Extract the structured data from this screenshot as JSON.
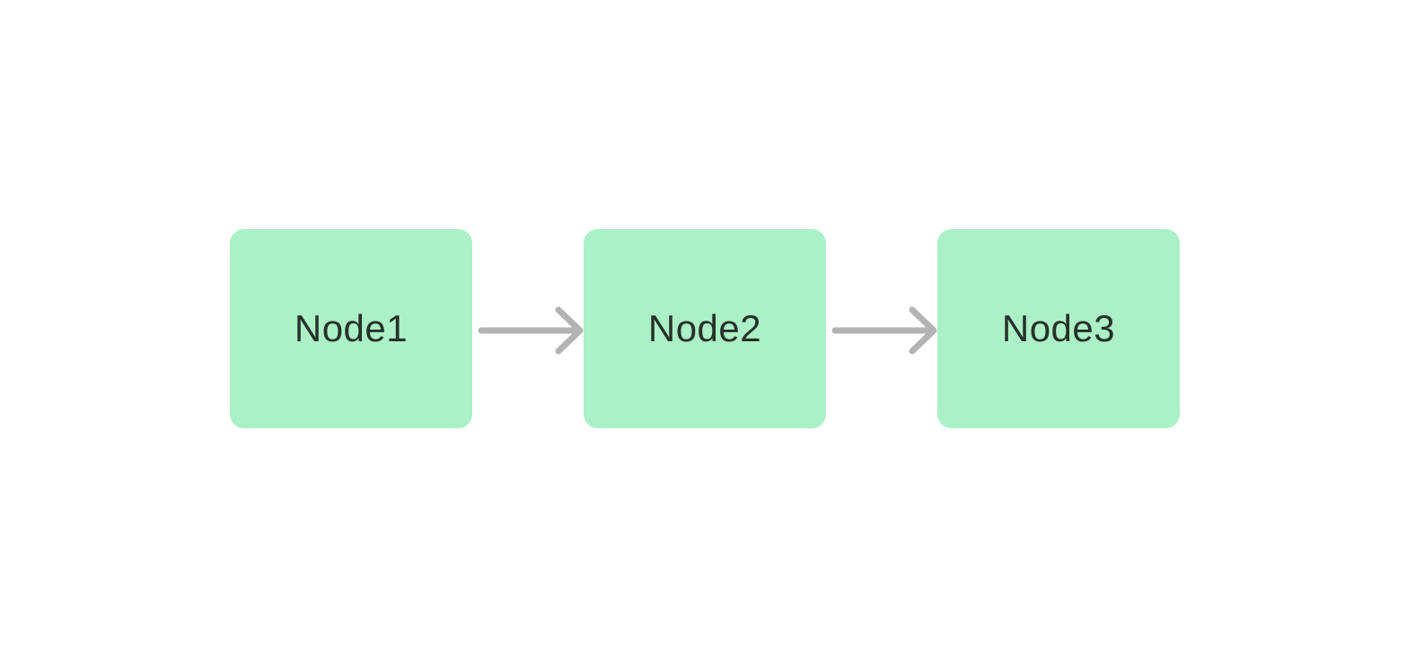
{
  "diagram": {
    "type": "flow",
    "direction": "left-to-right",
    "nodes": [
      {
        "id": "node1",
        "label": "Node1"
      },
      {
        "id": "node2",
        "label": "Node2"
      },
      {
        "id": "node3",
        "label": "Node3"
      }
    ],
    "edges": [
      {
        "from": "node1",
        "to": "node2",
        "arrow": "chevron-right"
      },
      {
        "from": "node2",
        "to": "node3",
        "arrow": "chevron-right"
      }
    ],
    "colors": {
      "background": "#ffffff",
      "node_fill": "#abf0c6",
      "edge": "#b3b3b3",
      "text": "#263129"
    }
  }
}
